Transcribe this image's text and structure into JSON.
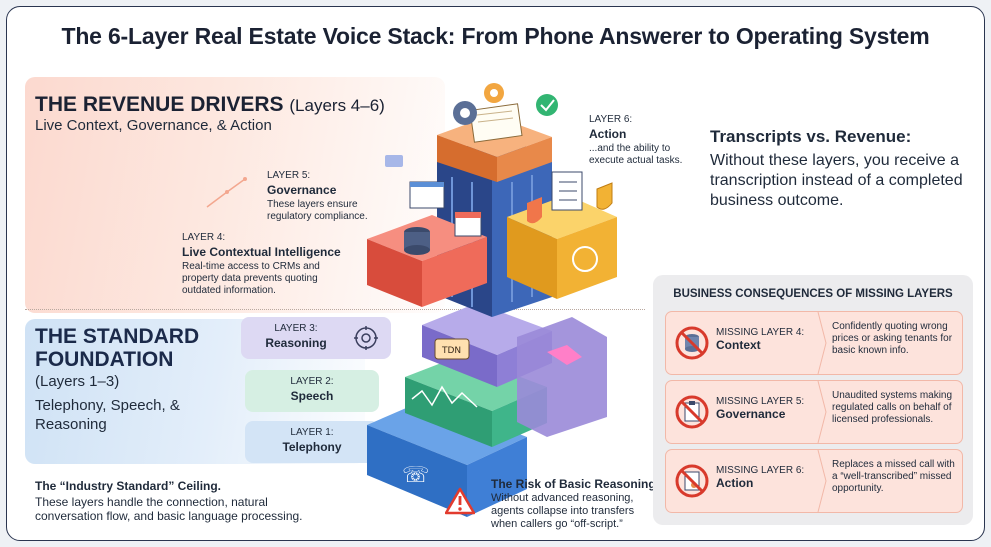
{
  "title": "The 6-Layer Real Estate Voice Stack: From Phone Answerer to Operating System",
  "revenue": {
    "heading": "THE REVENUE DRIVERS",
    "layers": "(Layers 4–6)",
    "subtitle": "Live Context, Governance, & Action"
  },
  "foundation": {
    "heading_line1": "THE STANDARD",
    "heading_line2": "FOUNDATION",
    "layers": "(Layers 1–3)",
    "desc": "Telephony, Speech, & Reasoning"
  },
  "layers": {
    "l1": {
      "num": "LAYER 1:",
      "title": "Telephony"
    },
    "l2": {
      "num": "LAYER 2:",
      "title": "Speech"
    },
    "l3": {
      "num": "LAYER 3:",
      "title": "Reasoning"
    },
    "l4": {
      "num": "LAYER 4:",
      "title": "Live Contextual Intelligence",
      "desc": "Real-time access to CRMs and property data prevents quoting outdated information."
    },
    "l5": {
      "num": "LAYER 5:",
      "title": "Governance",
      "desc": "These layers ensure regulatory compliance."
    },
    "l6": {
      "num": "LAYER 6:",
      "title": "Action",
      "desc": "...and the ability to execute actual tasks."
    }
  },
  "ceiling": {
    "title": "The “Industry Standard” Ceiling.",
    "desc": "These layers handle the connection, natural conversation flow, and basic language processing."
  },
  "risk": {
    "title": "The Risk of Basic Reasoning:",
    "desc": "Without advanced reasoning, agents collapse into transfers when callers go “off-script.”"
  },
  "transcripts": {
    "title": "Transcripts vs. Revenue:",
    "desc": "Without these layers, you receive a transcription instead of a completed business outcome."
  },
  "consequences": {
    "title": "BUSINESS CONSEQUENCES OF MISSING LAYERS",
    "rows": [
      {
        "label": "MISSING LAYER 4:",
        "layer": "Context",
        "desc": "Confidently quoting wrong prices or asking tenants for basic known info.",
        "icon": "database-prohibited-icon"
      },
      {
        "label": "MISSING LAYER 5:",
        "layer": "Governance",
        "desc": "Unaudited systems making regulated calls on behalf of licensed professionals.",
        "icon": "clipboard-prohibited-icon"
      },
      {
        "label": "MISSING LAYER 6:",
        "layer": "Action",
        "desc": "Replaces a missed call with a “well-transcribed” missed opportunity.",
        "icon": "document-prohibited-icon"
      }
    ]
  },
  "stack_badge_text": "TDN",
  "colors": {
    "revenue_bg": "#fcd9cf",
    "foundation_bg": "#cfe2f5",
    "layer1": "#3f7fd6",
    "layer2": "#3fb58a",
    "layer3": "#8e7fd6",
    "layer4": "#ef6b5a",
    "layer5": "#f2b234",
    "layer6": "#e8894a",
    "warning": "#e23b2e"
  }
}
